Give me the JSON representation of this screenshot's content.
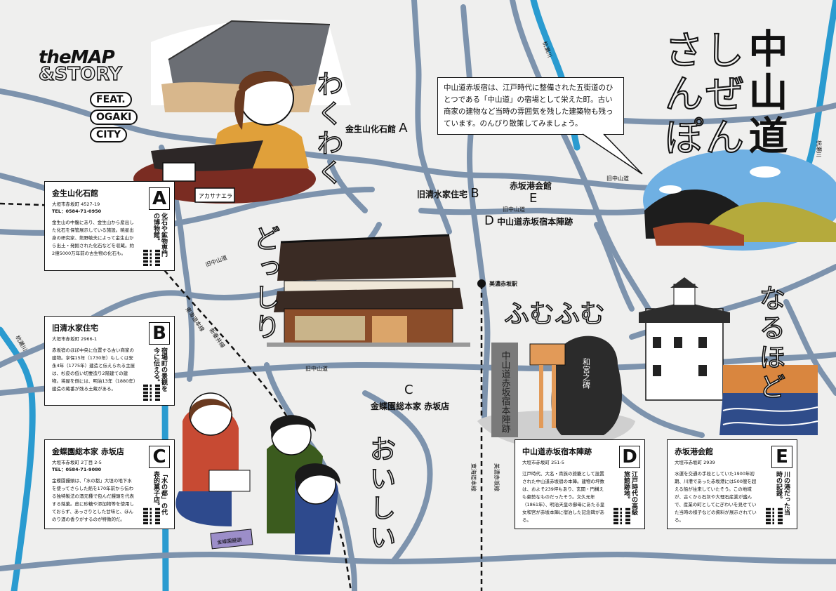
{
  "logo": {
    "line1": "theMAP",
    "line2": "&STORY",
    "pills": [
      "FEAT.",
      "OGAKI",
      "CITY"
    ]
  },
  "title": {
    "main": "中山道",
    "sub": "しぜんさんぽ"
  },
  "intro": "中山道赤坂宿は、江戸時代に整備された五街道のひとつである「中山道」の宿場として栄えた町。古い商家の建物など当時の雰囲気を残した建築物も残っています。のんびり散策してみましょう。",
  "moods": [
    "わくわく",
    "どっしり",
    "ふむふむ",
    "なるほど",
    "おいしい"
  ],
  "map_labels": {
    "spots": [
      {
        "name": "金生山化石館",
        "letter": "A"
      },
      {
        "name": "旧清水家住宅",
        "letter": "B"
      },
      {
        "name": "赤坂港会館",
        "letter": "E"
      },
      {
        "name": "中山道赤坂宿本陣跡",
        "letter": "D"
      },
      {
        "name": "金蝶園総本家 赤坂店",
        "letter": "C"
      }
    ],
    "roads": [
      "旧中山道",
      "旧中山道",
      "旧中山道",
      "旧中山道",
      "赤坂垂井線",
      "東海道本線",
      "新垂井線",
      "東海道本線",
      "美濃赤坂線"
    ],
    "rivers": [
      "杭瀬川",
      "杭瀬川",
      "杭瀬川"
    ],
    "station": "美濃赤坂駅",
    "sign_label": "アカサナエラ",
    "stone": "和宮之碑",
    "pillar": "中山道赤坂宿本陣跡",
    "box": "金蝶園饅頭"
  },
  "cards": [
    {
      "letter": "A",
      "name": "金生山化石館",
      "address": "大垣市赤坂町 4527-19",
      "tel": "TEL：0584-71-0950",
      "catch": "化石や鉱物専門の博物館。",
      "desc": "金生山の中腹にあり、金生山から産出した化石を保管展示している施設。暁星出身の研究家、熊野敏夫によって金生山から出土・発掘された化石などを収蔵。約2億5000万年前の古生物の化石も。"
    },
    {
      "letter": "B",
      "name": "旧清水家住宅",
      "address": "大垣市赤坂町 2966-1",
      "tel": "",
      "catch": "宿場町の景観を今に伝える。",
      "desc": "赤坂宿のほぼ中央に位置する古い商家の建物。享保15年（1730年）もしくは安永4年（1775年）建造と伝えられる主屋は、杉皮の低い切妻造り2階建ての建物。将屋を側には、明治13年（1880年）建造の蔵番が残る土蔵がある。"
    },
    {
      "letter": "C",
      "name": "金蝶園総本家 赤坂店",
      "address": "大垣市赤坂町 2丁目 2-5",
      "tel": "TEL：0584-71-9080",
      "catch": "「水の都」の代表的菓子店。",
      "desc": "金蝶園饅頭は、「水の都」大垣の地下水を使ってさらした餡を170年前から伝わる独特製法の酒元種で包んだ饅頭を代表する銘菓。皮に砂糖や添加物等を使用しておらず、あっさりとした甘味と、ほんのり酒の香りがするのが特徴的だ。"
    },
    {
      "letter": "D",
      "name": "中山道赤坂宿本陣跡",
      "address": "大垣市赤坂町 251-5",
      "tel": "",
      "catch": "江戸時代の高級旅館跡地。",
      "desc": "江戸時代、大名・貴族の旅籠として設置された中山道赤坂宿の本陣。建物の坪数は、およそ239坪もあり、玄関・門構えも豪勢なものだったそう。文久元年（1861年）、明治天皇の御母にあたる皇女和宮が赤坂本陣に宿泊した記念碑がある。"
    },
    {
      "letter": "E",
      "name": "赤坂港会館",
      "address": "大垣市赤坂町 2939",
      "tel": "",
      "catch": "川の港だった当時の記録。",
      "desc": "水運を交通の手段としていた1900年初期、川港であった赤坂港には500艘を超える船が往来していたそう。この地域が、古くから石灰や大理石産業が盛んで、産業の町としてにぎわいを見せていた当時の様子などの資料が展示されている。"
    }
  ],
  "colors": {
    "road": "#7d93ad",
    "river": "#2a9bd0",
    "background": "#efefee",
    "sky": "#6fb0e3",
    "mountain_green": "#b5aa3c",
    "sweater": "#e0a03a"
  }
}
